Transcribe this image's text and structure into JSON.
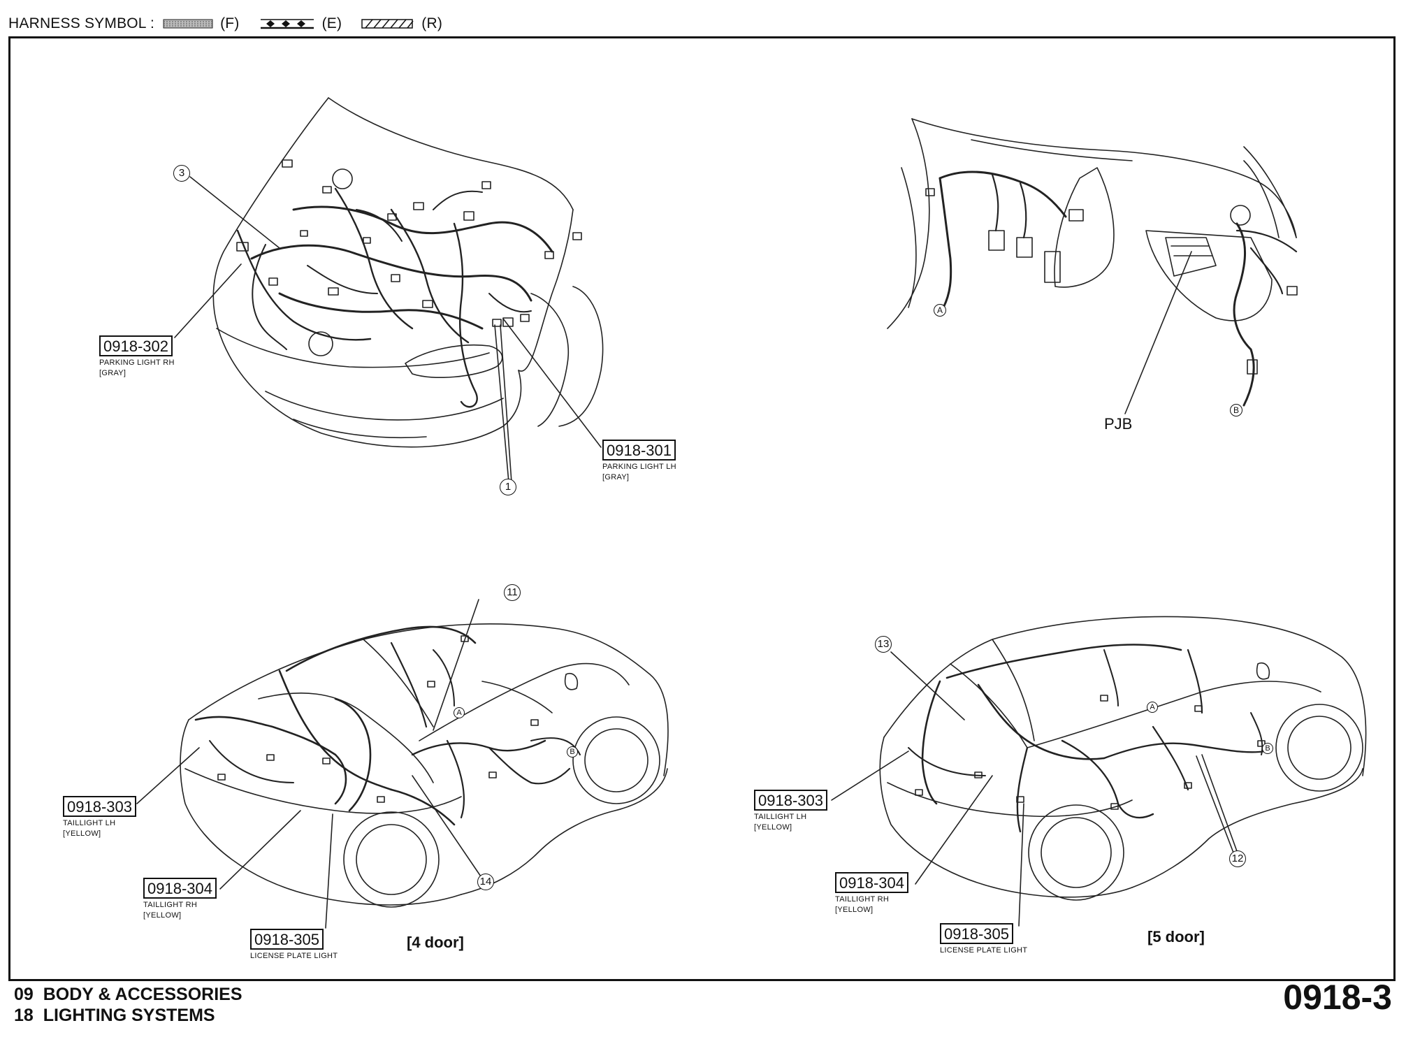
{
  "legend": {
    "title": "HARNESS SYMBOL :",
    "front": "(F)",
    "engine": "(E)",
    "rear": "(R)"
  },
  "connectors": {
    "c302": {
      "code": "0918-302",
      "name": "PARKING LIGHT RH",
      "color": "[GRAY]"
    },
    "c301": {
      "code": "0918-301",
      "name": "PARKING LIGHT LH",
      "color": "[GRAY]"
    },
    "c303_4": {
      "code": "0918-303",
      "name": "TAILLIGHT LH",
      "color": "[YELLOW]"
    },
    "c304_4": {
      "code": "0918-304",
      "name": "TAILLIGHT RH",
      "color": "[YELLOW]"
    },
    "c305_4": {
      "code": "0918-305",
      "name": "LICENSE PLATE LIGHT"
    },
    "c303_5": {
      "code": "0918-303",
      "name": "TAILLIGHT LH",
      "color": "[YELLOW]"
    },
    "c304_5": {
      "code": "0918-304",
      "name": "TAILLIGHT RH",
      "color": "[YELLOW]"
    },
    "c305_5": {
      "code": "0918-305",
      "name": "LICENSE PLATE LIGHT"
    }
  },
  "callouts": {
    "n1": "1",
    "n3": "3",
    "n11": "11",
    "n12": "12",
    "n13": "13",
    "n14": "14",
    "a_top": "A",
    "b_top": "B",
    "a_4": "A",
    "b_4": "B",
    "a_5": "A",
    "b_5": "B"
  },
  "labels": {
    "pjb": "PJB",
    "four_door": "[4 door]",
    "five_door": "[5 door]"
  },
  "footer": {
    "line1_num": "09",
    "line1_text": "BODY & ACCESSORIES",
    "line2_num": "18",
    "line2_text": "LIGHTING SYSTEMS",
    "page_code": "0918-3"
  }
}
